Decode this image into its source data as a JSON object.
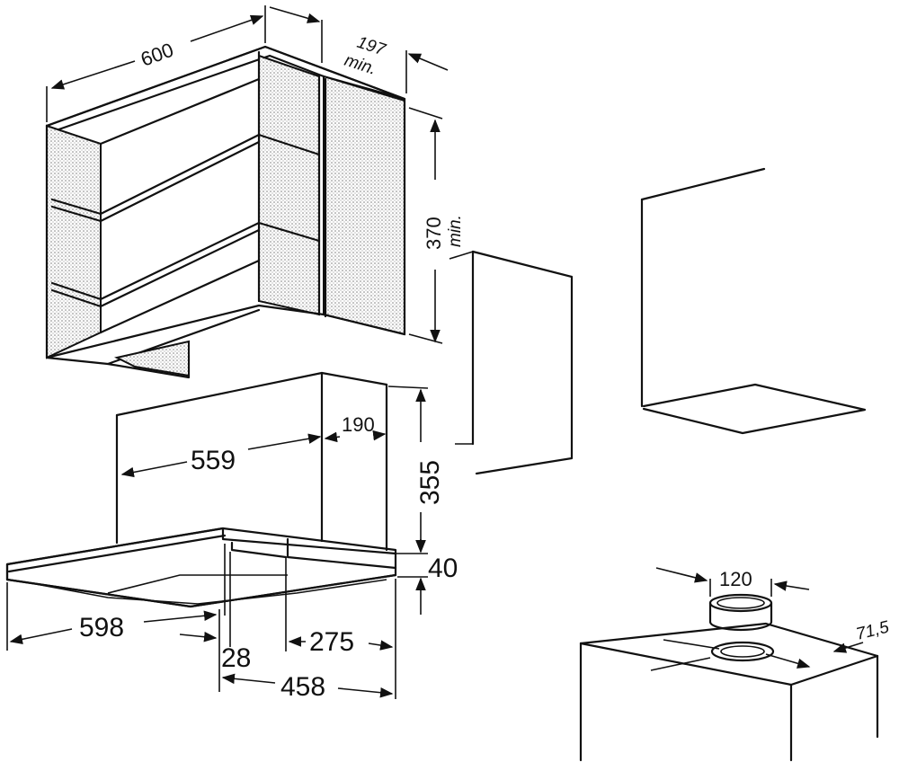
{
  "dimensions": {
    "cabinet_width": "600",
    "cabinet_depth": "197",
    "cabinet_depth_note": "min.",
    "cabinet_height": "370",
    "cabinet_height_note": "min.",
    "chimney_width": "559",
    "chimney_depth": "190",
    "chimney_height": "355",
    "hood_height": "40",
    "hood_width": "598",
    "offset_28": "28",
    "offset_275": "275",
    "hood_depth": "458",
    "outlet_diameter": "120",
    "outlet_offset": "71,5"
  }
}
